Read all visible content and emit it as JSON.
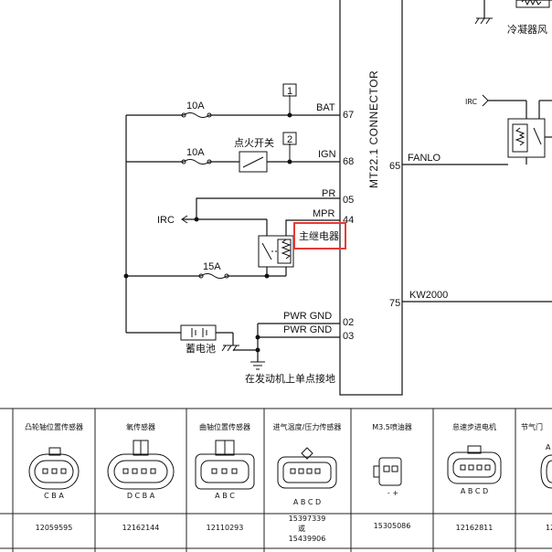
{
  "colors": {
    "line": "#111111",
    "highlight": "#e53935"
  },
  "connector": {
    "title": "MT22.1 CONNECTOR",
    "pins": {
      "bat": {
        "name": "BAT",
        "num": "67"
      },
      "ign": {
        "name": "IGN",
        "num": "68"
      },
      "pr": {
        "name": "PR",
        "num": "05"
      },
      "mpr": {
        "name": "MPR",
        "num": "44"
      },
      "pwr_gnd_1": {
        "name": "PWR GND",
        "num": "02"
      },
      "pwr_gnd_2": {
        "name": "PWR GND",
        "num": "03"
      },
      "fanlo": {
        "name": "FANLO",
        "num": "65"
      },
      "kw2000": {
        "name": "KW2000",
        "num": "75"
      }
    }
  },
  "circuit": {
    "fuse_1": "10A",
    "fuse_2": "10A",
    "fuse_3": "15A",
    "ignition_switch": "点火开关",
    "marker_1": "1",
    "marker_2": "2",
    "irc_left": "IRC",
    "irc_right": "IRC",
    "main_relay": "主继电器",
    "battery": "蓄电池",
    "ground_note": "在发动机上单点接地",
    "condenser_fan": "冷凝器风"
  },
  "table": {
    "columns": [
      {
        "name": "凸轮轴位置传感器",
        "pins": "C B A",
        "part": [
          "12059595"
        ]
      },
      {
        "name": "氧传感器",
        "pins": "D C B A",
        "part": [
          "12162144"
        ]
      },
      {
        "name": "曲轴位置传感器",
        "pins": "A B C",
        "part": [
          "12110293"
        ]
      },
      {
        "name": "进气温度/压力传感器",
        "pins": "A B C D",
        "part": [
          "15397339",
          "或",
          "15439906"
        ]
      },
      {
        "name": "M3.5喷油器",
        "pins": "-  +",
        "part": [
          "15305086"
        ]
      },
      {
        "name": "怠速步进电机",
        "pins": "A B C D",
        "part": [
          "12162811"
        ]
      },
      {
        "name": "节气门",
        "pins": "A",
        "part": [
          "12"
        ]
      }
    ]
  }
}
